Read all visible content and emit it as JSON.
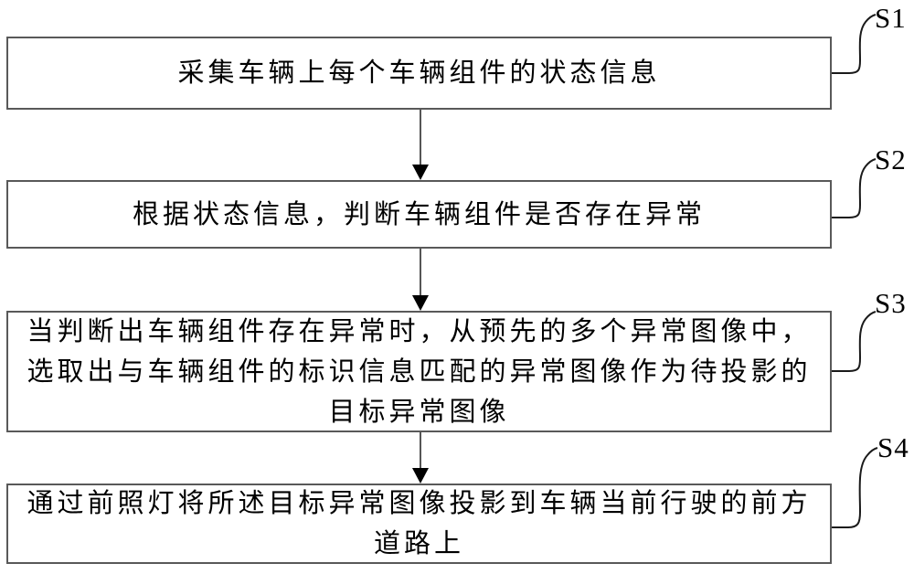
{
  "flowchart": {
    "steps": [
      {
        "label": "S1",
        "lines": [
          "采集车辆上每个车辆组件的状态信息"
        ]
      },
      {
        "label": "S2",
        "lines": [
          "根据状态信息，判断车辆组件是否存在异常"
        ]
      },
      {
        "label": "S3",
        "lines": [
          "当判断出车辆组件存在异常时，从预先的多个异常图像中，",
          "选取出与车辆组件的标识信息匹配的异常图像作为待投影的",
          "目标异常图像"
        ]
      },
      {
        "label": "S4",
        "lines": [
          "通过前照灯将所述目标异常图像投影到车辆当前行驶的前方",
          "道路上"
        ]
      }
    ],
    "colors": {
      "box_border": "#595959",
      "text": "#000000",
      "arrow_line": "#555555",
      "arrow_head": "#000000",
      "leader_line": "#1a1a1a",
      "background": "#ffffff"
    }
  }
}
